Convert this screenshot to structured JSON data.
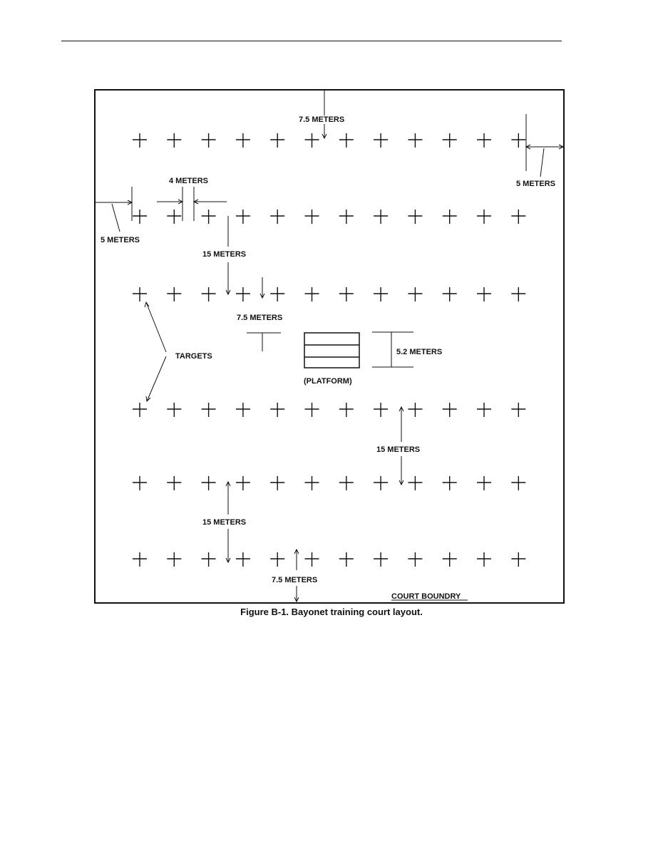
{
  "figure": {
    "caption": "Figure B-1.  Bayonet training court layout."
  },
  "labels": {
    "top_spacing": "7.5 METERS",
    "right_margin": "5 METERS",
    "target_spacing": "4 METERS",
    "left_margin": "5 METERS",
    "row_spacing_upper": "15 METERS",
    "platform_offset": "7.5 METERS",
    "targets": "TARGETS",
    "platform_depth": "5.2 METERS",
    "platform": "(PLATFORM)",
    "row_spacing_middle": "15 METERS",
    "row_spacing_lower": "15 METERS",
    "bottom_spacing": "7.5 METERS",
    "boundary": "COURT BOUNDRY"
  },
  "layout": {
    "target_rows": 6,
    "targets_per_row": 12
  },
  "colors": {
    "ink": "#111111",
    "paper": "#ffffff"
  }
}
